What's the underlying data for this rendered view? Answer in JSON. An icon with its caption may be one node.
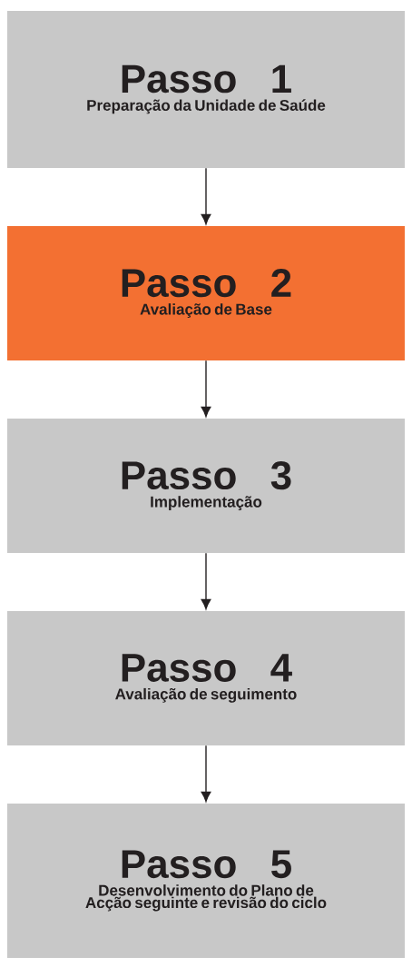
{
  "diagram": {
    "nodes": [
      {
        "text": [
          "Passo 1",
          "Preparação da Unidade de Saúde"
        ]
      },
      {
        "text": [
          "Passo 2",
          "Avaliação de Base"
        ]
      },
      {
        "text": [
          "Passo 3",
          "Implementação"
        ]
      },
      {
        "text": [
          "Passo 4",
          "Avaliação de seguimento"
        ]
      },
      {
        "text": [
          "Passo 5",
          "Desenvolvimento do Plano de Acção seguinte e revisão do ciclo"
        ]
      }
    ],
    "edges": [
      {
        "from": 0,
        "to": 1,
        "arrow": "to"
      },
      {
        "from": 1,
        "to": 2,
        "arrow": "to"
      },
      {
        "from": 2,
        "to": 3,
        "arrow": "to"
      },
      {
        "from": 3,
        "to": 4,
        "arrow": "to"
      }
    ]
  }
}
